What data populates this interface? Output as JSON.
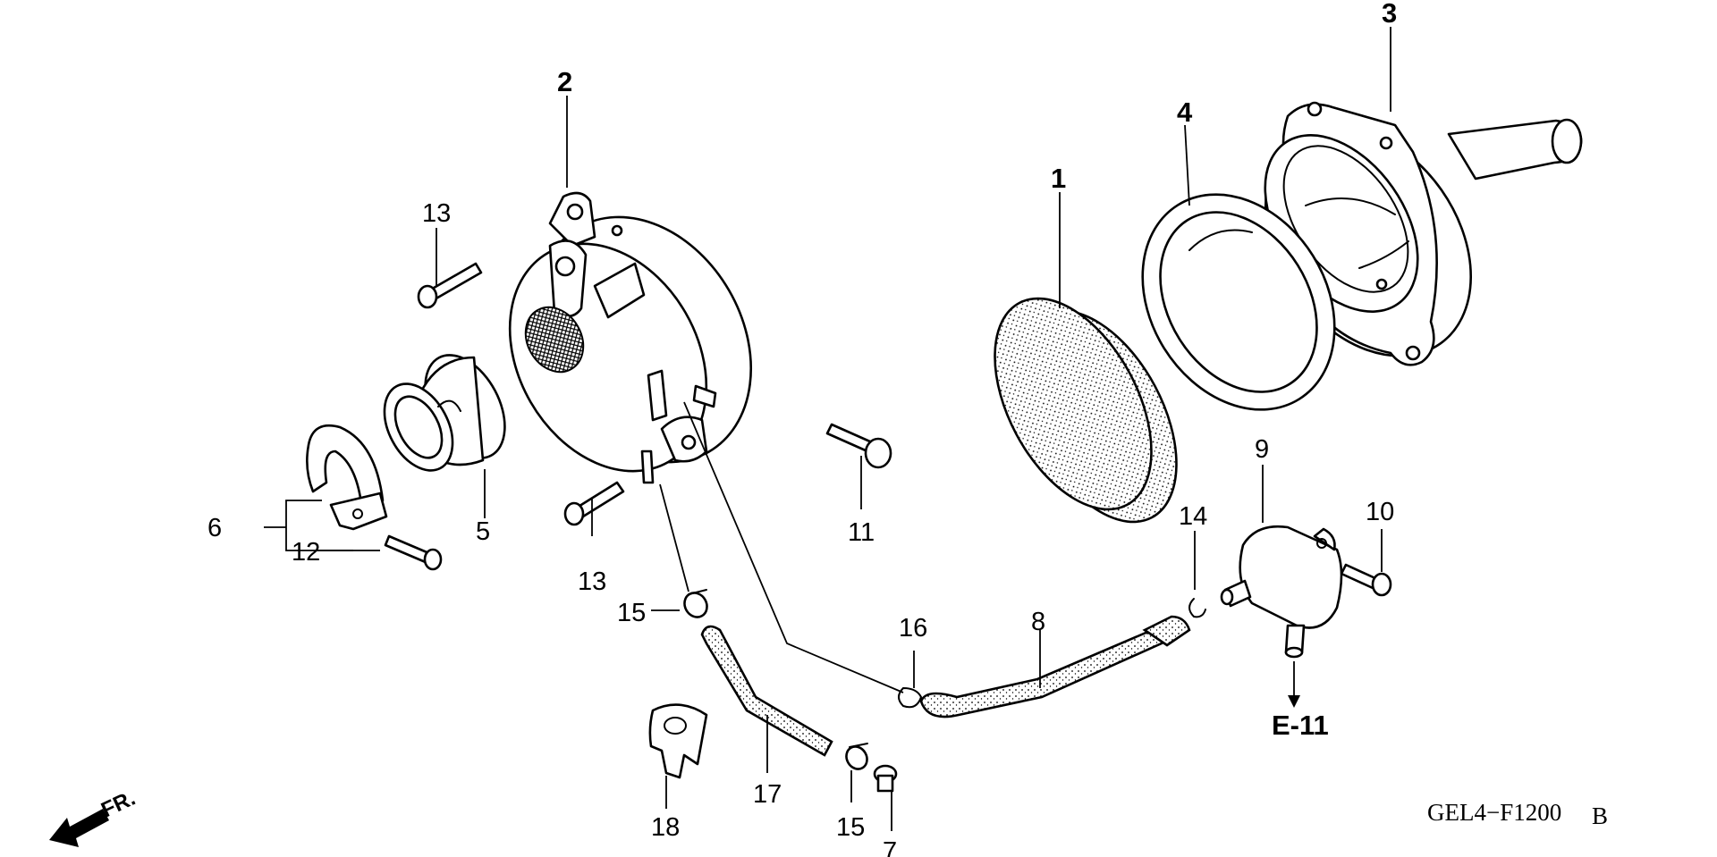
{
  "labels": {
    "p1": "1",
    "p2": "2",
    "p3": "3",
    "p4": "4",
    "p5": "5",
    "p6": "6",
    "p7": "7",
    "p8": "8",
    "p9": "9",
    "p10": "10",
    "p11": "11",
    "p12": "12",
    "p13a": "13",
    "p13b": "13",
    "p14": "14",
    "p15a": "15",
    "p15b": "15",
    "p16": "16",
    "p17": "17",
    "p18": "18"
  },
  "reference": "E-11",
  "direction": "FR.",
  "diagram_code": "GEL4−F1200",
  "diagram_code_suffix": "B"
}
